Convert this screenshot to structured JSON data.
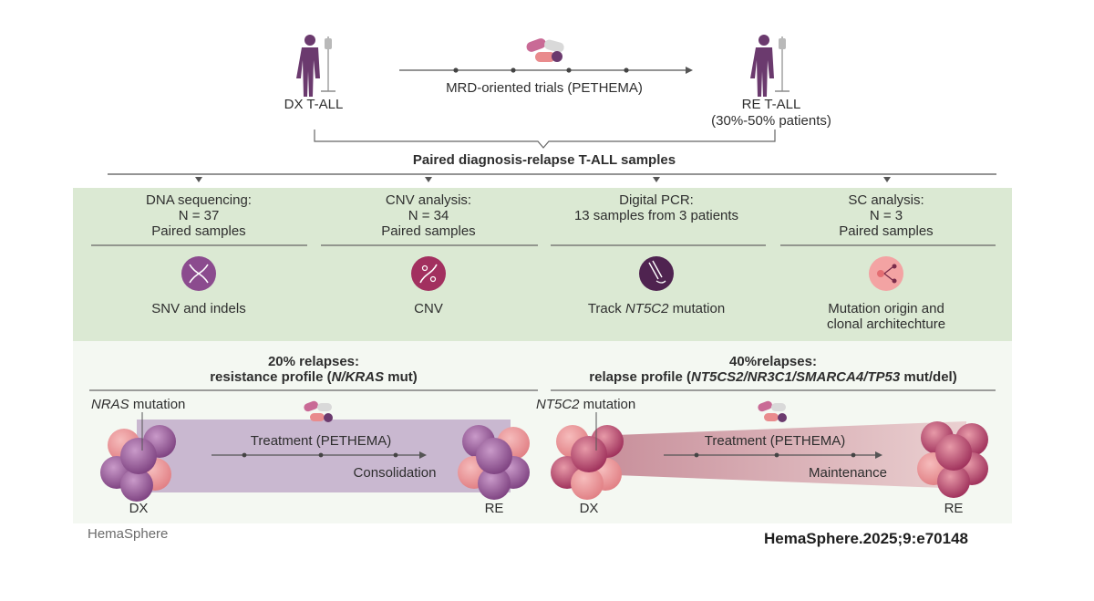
{
  "top": {
    "dx_label": "DX T-ALL",
    "trial_label": "MRD-oriented trials (PETHEMA)",
    "re_label": "RE T-ALL",
    "re_sublabel": "(30%-50% patients)",
    "paired_title": "Paired diagnosis-relapse T-ALL samples"
  },
  "analyses": [
    {
      "line1": "DNA sequencing:",
      "line2": "N = 37",
      "line3": "Paired samples",
      "icon": "dna-icon",
      "result": "SNV and indels",
      "result2": ""
    },
    {
      "line1": "CNV analysis:",
      "line2": "N = 34",
      "line3": "Paired samples",
      "icon": "dna-scissor-icon",
      "result": "CNV",
      "result2": ""
    },
    {
      "line1": "Digital PCR:",
      "line2": "13 samples from 3 patients",
      "line3": "",
      "icon": "pipette-icon",
      "result_pre": "Track ",
      "result_italic": "NT5C2",
      "result_post": " mutation"
    },
    {
      "line1": "SC analysis:",
      "line2": "N = 3",
      "line3": "Paired samples",
      "icon": "cell-tree-icon",
      "result": "Mutation origin and",
      "result2": "clonal architechture"
    }
  ],
  "left_panel": {
    "title1": "20% relapses:",
    "title2_pre": "resistance profile (",
    "title2_italic": "N/KRAS",
    "title2_post": " mut)",
    "mutation_italic": "NRAS",
    "mutation_post": " mutation",
    "treatment": "Treatment (PETHEMA)",
    "phase": "Consolidation",
    "dx": "DX",
    "re": "RE"
  },
  "right_panel": {
    "title1": "40%relapses:",
    "title2_pre": "relapse profile (",
    "title2_italic": "NT5CS2/NR3C1/SMARCA4/TP53",
    "title2_post": " mut/del)",
    "mutation_italic": "NT5C2",
    "mutation_post": " mutation",
    "treatment": "Treatment (PETHEMA)",
    "phase": "Maintenance",
    "dx": "DX",
    "re": "RE"
  },
  "footer": {
    "brand": "HemaSphere",
    "citation": "HemaSphere.2025;9:e70148"
  },
  "colors": {
    "green_band": "#dbe9d3",
    "purple": "#7a3e7c",
    "dark_purple": "#5b2a5e",
    "pink": "#e98b8d",
    "magenta": "#a83262",
    "line": "#555555",
    "left_band": "#c5b2cc",
    "right_band": "#d8a9b0"
  }
}
